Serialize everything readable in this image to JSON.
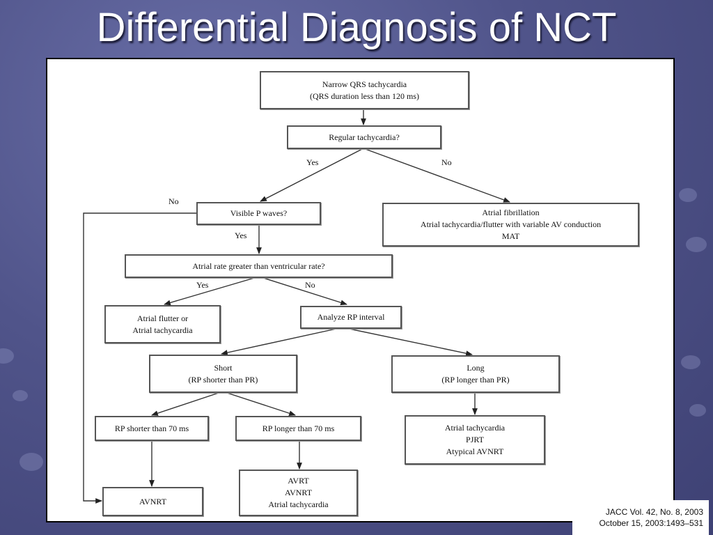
{
  "slide": {
    "title": "Differential Diagnosis of NCT",
    "citation_line1": "JACC Vol. 42, No. 8, 2003",
    "citation_line2": "October 15, 2003:1493–531"
  },
  "flowchart": {
    "nodes": {
      "narrow_qrs": [
        "Narrow QRS tachycardia",
        "(QRS duration less than 120 ms)"
      ],
      "regular": [
        "Regular tachycardia?"
      ],
      "afib": [
        "Atrial fibrillation",
        "Atrial tachycardia/flutter with variable AV conduction",
        "MAT"
      ],
      "visible_p": [
        "Visible P waves?"
      ],
      "atrial_rate": [
        "Atrial rate greater than ventricular rate?"
      ],
      "flutter": [
        "Atrial flutter or",
        "Atrial tachycardia"
      ],
      "analyze_rp": [
        "Analyze RP interval"
      ],
      "short": [
        "Short",
        "(RP shorter than PR)"
      ],
      "long": [
        "Long",
        "(RP longer than PR)"
      ],
      "rp_short70": [
        "RP shorter than 70 ms"
      ],
      "rp_long70": [
        "RP longer than 70 ms"
      ],
      "long_dx": [
        "Atrial tachycardia",
        "PJRT",
        "Atypical AVNRT"
      ],
      "avnrt": [
        "AVNRT"
      ],
      "avrt_group": [
        "AVRT",
        "AVNRT",
        "Atrial tachycardia"
      ]
    },
    "edge_labels": {
      "regular_yes": "Yes",
      "regular_no": "No",
      "visible_p_no": "No",
      "visible_p_yes": "Yes",
      "atrial_rate_yes": "Yes",
      "atrial_rate_no": "No"
    }
  }
}
